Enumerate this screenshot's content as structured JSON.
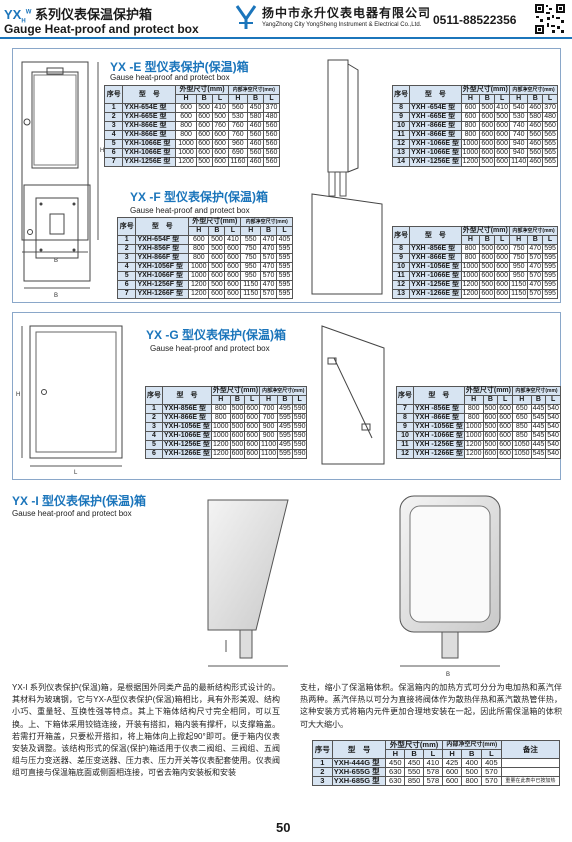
{
  "header": {
    "title_yx": "YX",
    "title_cn": "系列仪表保温保护箱",
    "title_en": "Gauge Heat-proof and protect box",
    "company_cn": "扬中市永升仪表电器有限公司",
    "company_en": "YangZhong City YongSheng Instrument & Electrical Co.,Ltd.",
    "phone": "0511-88522356"
  },
  "sections": {
    "e": {
      "title": "YX -E 型仪表保护(保温)箱",
      "sub": "Gause heat-proof and protect box",
      "left_header": [
        "序号",
        "型　号",
        "外型尺寸(mm)",
        "内部净空尺寸(mm)"
      ],
      "sub_header": [
        "H",
        "B",
        "L",
        "H",
        "B",
        "L"
      ],
      "left_rows": [
        [
          "1",
          "YXH-654E 型",
          "600",
          "500",
          "410",
          "560",
          "450",
          "370"
        ],
        [
          "2",
          "YXH-665E 型",
          "600",
          "600",
          "500",
          "530",
          "580",
          "480"
        ],
        [
          "3",
          "YXH-866E 型",
          "800",
          "600",
          "760",
          "760",
          "460",
          "560"
        ],
        [
          "4",
          "YXH-866E 型",
          "800",
          "600",
          "600",
          "760",
          "560",
          "560"
        ],
        [
          "5",
          "YXH-1066E 型",
          "1000",
          "600",
          "600",
          "960",
          "460",
          "560"
        ],
        [
          "6",
          "YXH-1066E 型",
          "1000",
          "600",
          "600",
          "690",
          "560",
          "560"
        ],
        [
          "7",
          "YXH-1256E 型",
          "1200",
          "500",
          "600",
          "1160",
          "460",
          "560"
        ]
      ],
      "right_rows": [
        [
          "8",
          "YXH -654E 型",
          "600",
          "500",
          "410",
          "540",
          "460",
          "370"
        ],
        [
          "9",
          "YXH -665E 型",
          "600",
          "600",
          "500",
          "530",
          "580",
          "480"
        ],
        [
          "10",
          "YXH -866E 型",
          "800",
          "600",
          "600",
          "740",
          "460",
          "560"
        ],
        [
          "11",
          "YXH -866E 型",
          "800",
          "600",
          "600",
          "740",
          "560",
          "565"
        ],
        [
          "12",
          "YXH -1066E 型",
          "1000",
          "600",
          "600",
          "940",
          "460",
          "565"
        ],
        [
          "13",
          "YXH -1066E 型",
          "1000",
          "600",
          "600",
          "940",
          "560",
          "565"
        ],
        [
          "14",
          "YXH -1256E 型",
          "1200",
          "500",
          "600",
          "1140",
          "460",
          "565"
        ]
      ]
    },
    "f": {
      "title": "YX -F 型仪表保护(保温)箱",
      "sub": "Gause heat-proof and protect box",
      "left_header": [
        "序号",
        "型　号",
        "外型尺寸(mm)",
        "内部净空尺寸(mm)"
      ],
      "sub_header": [
        "H",
        "B",
        "L",
        "H",
        "B",
        "L"
      ],
      "left_rows": [
        [
          "1",
          "YXH-654F 型",
          "600",
          "500",
          "410",
          "550",
          "470",
          "405"
        ],
        [
          "2",
          "YXH-856F 型",
          "800",
          "500",
          "600",
          "750",
          "470",
          "595"
        ],
        [
          "3",
          "YXH-866F 型",
          "800",
          "600",
          "600",
          "750",
          "570",
          "595"
        ],
        [
          "4",
          "YXH-1056F 型",
          "1000",
          "500",
          "600",
          "950",
          "470",
          "595"
        ],
        [
          "5",
          "YXH-1066F 型",
          "1000",
          "600",
          "600",
          "950",
          "570",
          "595"
        ],
        [
          "6",
          "YXH-1256F 型",
          "1200",
          "500",
          "600",
          "1150",
          "470",
          "595"
        ],
        [
          "7",
          "YXH-1266F 型",
          "1200",
          "600",
          "600",
          "1150",
          "570",
          "595"
        ]
      ],
      "right_rows": [
        [
          "8",
          "YXH -856E 型",
          "800",
          "500",
          "600",
          "750",
          "470",
          "595"
        ],
        [
          "9",
          "YXH -866E 型",
          "800",
          "600",
          "600",
          "750",
          "570",
          "595"
        ],
        [
          "10",
          "YXH -1056E 型",
          "1000",
          "500",
          "600",
          "950",
          "470",
          "595"
        ],
        [
          "11",
          "YXH -1066E 型",
          "1000",
          "600",
          "600",
          "950",
          "570",
          "595"
        ],
        [
          "12",
          "YXH -1256E 型",
          "1200",
          "500",
          "600",
          "1150",
          "470",
          "595"
        ],
        [
          "13",
          "YXH -1266E 型",
          "1200",
          "600",
          "600",
          "1150",
          "570",
          "595"
        ]
      ]
    },
    "g": {
      "title": "YX -G 型仪表保护(保温)箱",
      "sub": "Gause heat-proof and protect box",
      "left_header": [
        "序号",
        "型　号",
        "外型尺寸(mm)",
        "内部净空尺寸(mm)"
      ],
      "sub_header": [
        "H",
        "B",
        "L",
        "H",
        "B",
        "L"
      ],
      "left_rows": [
        [
          "1",
          "YXH-856E 型",
          "800",
          "500",
          "600",
          "700",
          "495",
          "590"
        ],
        [
          "2",
          "YXH-866E 型",
          "800",
          "600",
          "600",
          "700",
          "595",
          "590"
        ],
        [
          "3",
          "YXH-1056E 型",
          "1000",
          "500",
          "600",
          "900",
          "495",
          "590"
        ],
        [
          "4",
          "YXH-1066E 型",
          "1000",
          "600",
          "600",
          "900",
          "595",
          "590"
        ],
        [
          "5",
          "YXH-1256E 型",
          "1200",
          "500",
          "600",
          "1100",
          "495",
          "590"
        ],
        [
          "6",
          "YXH-1266E 型",
          "1200",
          "600",
          "600",
          "1100",
          "595",
          "590"
        ]
      ],
      "right_rows": [
        [
          "7",
          "YXH -856E 型",
          "800",
          "500",
          "600",
          "650",
          "445",
          "540"
        ],
        [
          "8",
          "YXH -866E 型",
          "800",
          "600",
          "600",
          "650",
          "545",
          "540"
        ],
        [
          "9",
          "YXH -1056E 型",
          "1000",
          "500",
          "600",
          "850",
          "445",
          "540"
        ],
        [
          "10",
          "YXH -1066E 型",
          "1000",
          "600",
          "600",
          "850",
          "545",
          "540"
        ],
        [
          "11",
          "YXH -1256E 型",
          "1200",
          "500",
          "600",
          "1050",
          "445",
          "540"
        ],
        [
          "12",
          "YXH -1266E 型",
          "1200",
          "600",
          "600",
          "1050",
          "545",
          "540"
        ]
      ]
    },
    "i": {
      "title": "YX -I 型仪表保护(保温)箱",
      "sub": "Gause heat-proof and protect box",
      "desc_left": "YX-I 系列仪表保护(保温)箱，是根据国外同类产品的最新结构形式设计的。其材料为玻璃钢，它与YX-A型仪表保护(保温)箱相比，具有外形美观、结构小巧、重量轻、互换性强等特点。其上下箱体结构尺寸完全相同，可以互换。上、下箱体采用铰链连接，开装有搭扣，箱内装有撑杆，以支撑箱盖。若需打开箱盖，只要松开搭扣，将上箱体向上掀起90°即可。便于箱内仪表安装及调整。该结构形式的保温(保护)箱适用于仪表二阀组、三阀组、五阀组与压力变送器、差压变送器、压力表、压力开关等仪表配套使用。仪表阀组可直接与保温箱底面或侧面相连接，可省去箱内安装板和安装",
      "desc_right": "支柱，缩小了保温箱体积。保温箱内的加热方式可分分为电加热和蒸汽伴热两种。蒸汽伴热以可分为直接将阀体作为散热伴热和蒸汽散热管伴热，这种安装方式将箱内元件更加合理地安装在一起，因此所需保温箱的体积可大大缩小。",
      "header": [
        "序号",
        "型　号",
        "外型尺寸(mm)",
        "内部净空尺寸(mm)",
        "备注"
      ],
      "sub_header": [
        "H",
        "B",
        "L",
        "H",
        "B",
        "L"
      ],
      "rows": [
        [
          "1",
          "YXH-444G 型",
          "450",
          "450",
          "410",
          "425",
          "400",
          "405",
          ""
        ],
        [
          "2",
          "YXH-655G 型",
          "630",
          "550",
          "578",
          "600",
          "500",
          "570",
          ""
        ],
        [
          "3",
          "YXH-685G 型",
          "630",
          "850",
          "578",
          "600",
          "800",
          "570",
          "重量在此表中已按加热"
        ]
      ]
    }
  },
  "page_number": "50",
  "colors": {
    "accent": "#1b75bb",
    "table_header": "#d7e4f2",
    "panel_border": "#8aa7c9"
  }
}
